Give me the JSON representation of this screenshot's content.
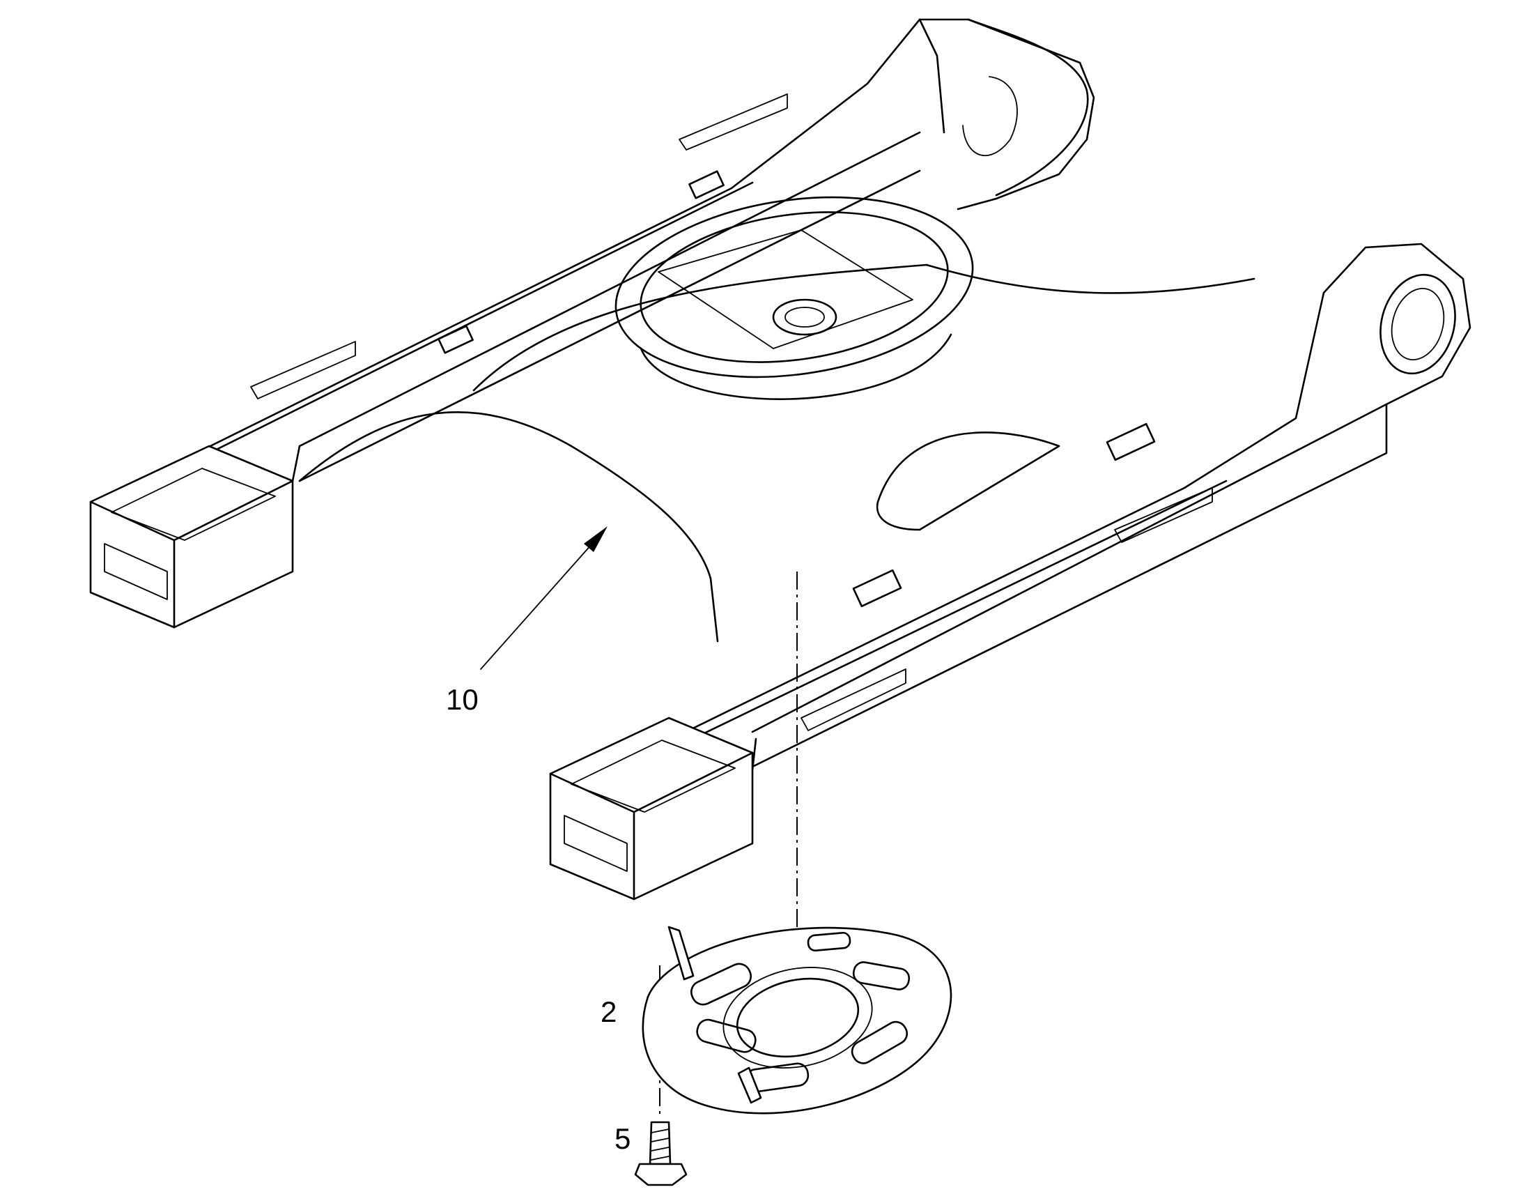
{
  "callouts": [
    {
      "id": "frame",
      "label": "10"
    },
    {
      "id": "cover-plate",
      "label": "2"
    },
    {
      "id": "bolt",
      "label": "5"
    }
  ]
}
